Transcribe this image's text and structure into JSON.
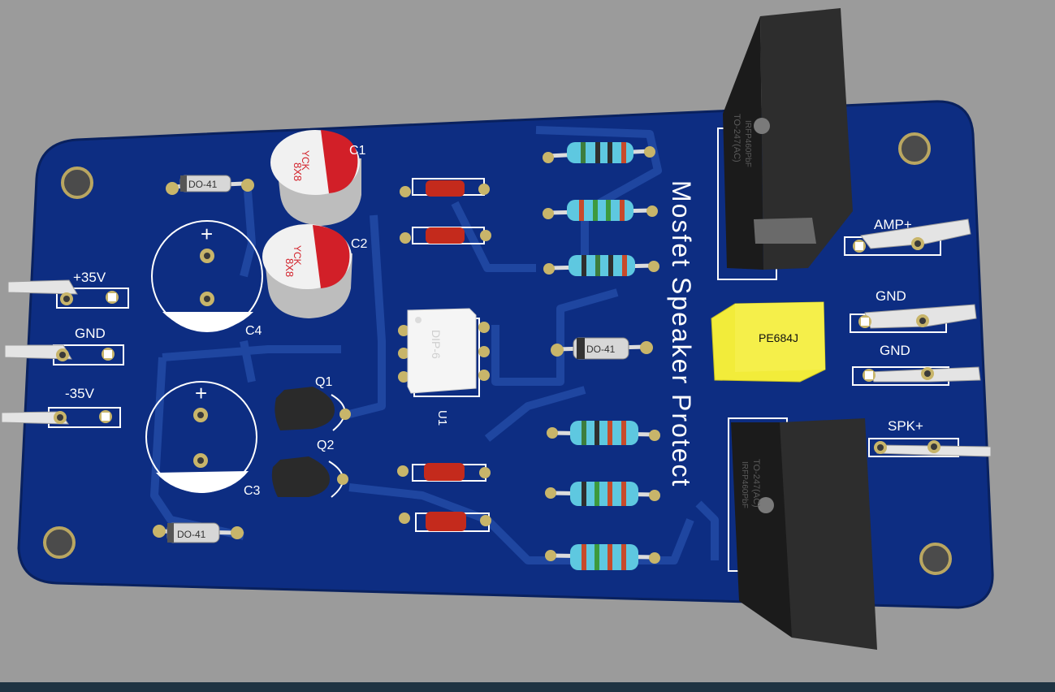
{
  "board": {
    "title": "Mosfet Speaker Protect",
    "connectors_left": [
      "+35V",
      "GND",
      "-35V"
    ],
    "connectors_right": [
      "AMP+",
      "GND",
      "GND",
      "SPK+"
    ],
    "components": {
      "c1": "C1",
      "c2": "C2",
      "c3": "C3",
      "c4": "C4",
      "cap_marking": "8X8",
      "cap_brand": "YCK",
      "q1": "Q1",
      "q2": "Q2",
      "u1": "U1",
      "u1_package": "DIP-6",
      "diode_package": "DO-41",
      "film_cap": "PE684J",
      "mosfet_package": "TO-247(AC)",
      "mosfet_part": "IRFP460PbF",
      "plus_sign": "+"
    },
    "colors": {
      "pcb": "#0d2d82",
      "trace": "#1f46a0",
      "background": "#9b9b9b",
      "film_cap": "#f2ec3a",
      "capacitor_top": "#f1f1f1",
      "capacitor_band": "#d21f28",
      "transistor": "#2a2a2a",
      "pad": "#c8b56a"
    }
  }
}
